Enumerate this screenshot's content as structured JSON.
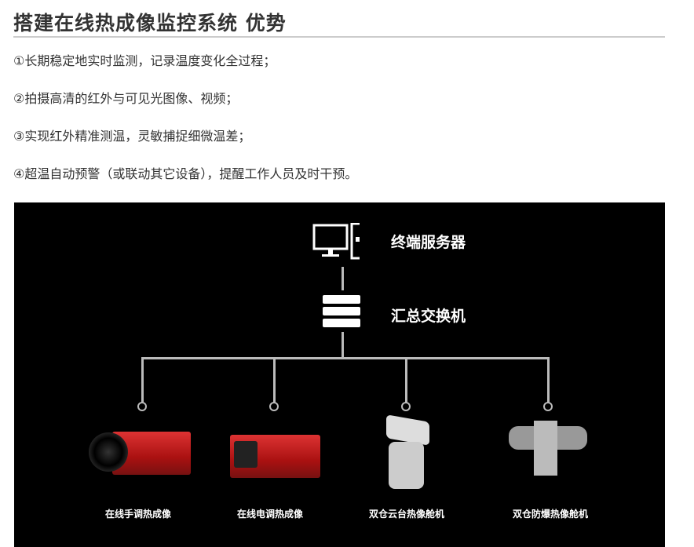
{
  "title": "搭建在线热成像监控系统 优势",
  "items": [
    "①长期稳定地实时监测，记录温度变化全过程；",
    "②拍摄高清的红外与可见光图像、视频；",
    "③实现红外精准测温，灵敏捕捉细微温差；",
    "④超温自动预警（或联动其它设备），提醒工作人员及时干预。"
  ],
  "diagram": {
    "server_label": "终端服务器",
    "switch_label": "汇总交换机",
    "devices": [
      "在线手调热成像",
      "在线电调热成像",
      "双仓云台热像舱机",
      "双仓防爆热像舱机"
    ]
  }
}
